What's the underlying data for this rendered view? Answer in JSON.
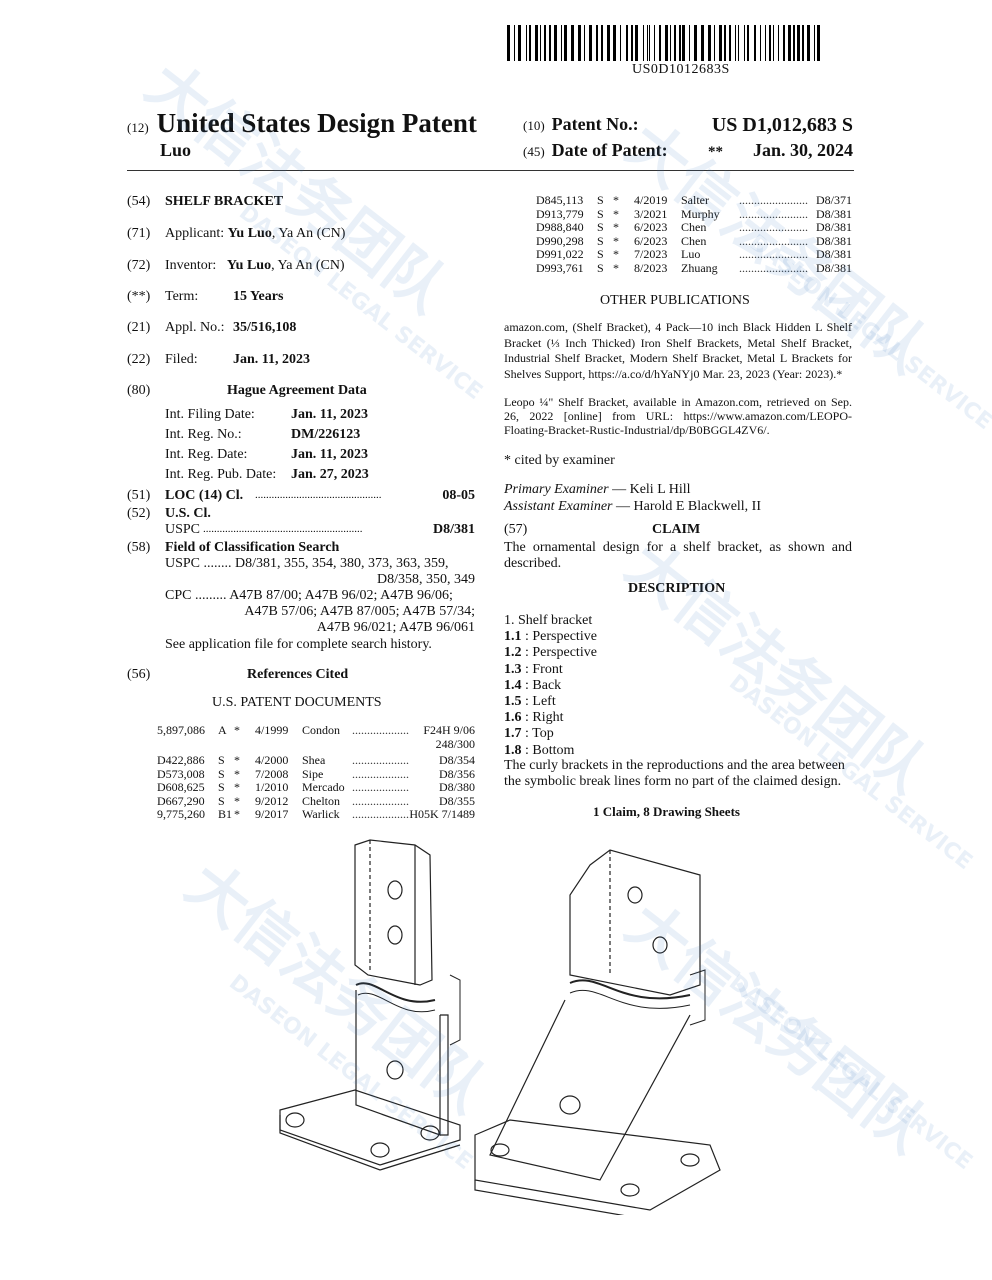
{
  "barcode_text": "US0D1012683S",
  "header": {
    "code12": "(12)",
    "title": "United States Design Patent",
    "inventor_surname": "Luo",
    "code10": "(10)",
    "patent_no_label": "Patent No.:",
    "patent_no": "US D1,012,683 S",
    "code45": "(45)",
    "date_label": "Date of Patent:",
    "date_stars": "**",
    "date": "Jan. 30, 2024"
  },
  "left": {
    "c54": "(54)",
    "title": "SHELF BRACKET",
    "c71": "(71)",
    "applicant_label": "Applicant:",
    "applicant_name": "Yu Luo",
    "applicant_loc": ", Ya An (CN)",
    "c72": "(72)",
    "inventor_label": "Inventor:",
    "inventor_name": "Yu Luo",
    "inventor_loc": ", Ya An (CN)",
    "cterm": "(**)",
    "term_label": "Term:",
    "term": "15 Years",
    "c21": "(21)",
    "appl_label": "Appl. No.:",
    "appl_no": "35/516,108",
    "c22": "(22)",
    "filed_label": "Filed:",
    "filed": "Jan. 11, 2023",
    "c80": "(80)",
    "hague_title": "Hague Agreement Data",
    "hague": [
      {
        "label": "Int. Filing Date:",
        "value": "Jan. 11, 2023"
      },
      {
        "label": "Int. Reg. No.:",
        "value": "DM/226123"
      },
      {
        "label": "Int. Reg. Date:",
        "value": "Jan. 11, 2023"
      },
      {
        "label": "Int. Reg. Pub. Date:",
        "value": "Jan. 27, 2023"
      }
    ],
    "c51": "(51)",
    "loc_label": "LOC (14) Cl.",
    "loc_dots": " ..............................................",
    "loc_value": "08-05",
    "c52": "(52)",
    "uscl_label": "U.S. Cl.",
    "uspc_label": "USPC",
    "uspc_dots": " ..........................................................",
    "uspc_value": "D8/381",
    "c58": "(58)",
    "field_title": "Field of Classification Search",
    "field_uspc_1": "USPC  ........ D8/381, 355, 354, 380, 373, 363, 359,",
    "field_uspc_2": "D8/358, 350, 349",
    "field_cpc_1": "CPC  ......... A47B 87/00; A47B 96/02; A47B 96/06;",
    "field_cpc_2": "A47B 57/06; A47B 87/005; A47B 57/34;",
    "field_cpc_3": "A47B 96/021; A47B 96/061",
    "field_note": "See application file for complete search history.",
    "c56": "(56)",
    "refs_title": "References Cited",
    "us_docs_title": "U.S. PATENT DOCUMENTS",
    "refs": [
      {
        "num": "5,897,086",
        "kind": "A",
        "star": "*",
        "date": "4/1999",
        "name": "Condon",
        "cls": "F24H 9/06",
        "cls2": "248/300"
      },
      {
        "num": "D422,886",
        "kind": "S",
        "star": "*",
        "date": "4/2000",
        "name": "Shea",
        "cls": "D8/354"
      },
      {
        "num": "D573,008",
        "kind": "S",
        "star": "*",
        "date": "7/2008",
        "name": "Sipe",
        "cls": "D8/356"
      },
      {
        "num": "D608,625",
        "kind": "S",
        "star": "*",
        "date": "1/2010",
        "name": "Mercado",
        "cls": "D8/380"
      },
      {
        "num": "D667,290",
        "kind": "S",
        "star": "*",
        "date": "9/2012",
        "name": "Chelton",
        "cls": "D8/355"
      },
      {
        "num": "9,775,260",
        "kind": "B1",
        "star": "*",
        "date": "9/2017",
        "name": "Warlick",
        "cls": "H05K 7/1489"
      }
    ]
  },
  "right": {
    "refs": [
      {
        "num": "D845,113",
        "kind": "S",
        "star": "*",
        "date": "4/2019",
        "name": "Salter",
        "cls": "D8/371"
      },
      {
        "num": "D913,779",
        "kind": "S",
        "star": "*",
        "date": "3/2021",
        "name": "Murphy",
        "cls": "D8/381"
      },
      {
        "num": "D988,840",
        "kind": "S",
        "star": "*",
        "date": "6/2023",
        "name": "Chen",
        "cls": "D8/381"
      },
      {
        "num": "D990,298",
        "kind": "S",
        "star": "*",
        "date": "6/2023",
        "name": "Chen",
        "cls": "D8/381"
      },
      {
        "num": "D991,022",
        "kind": "S",
        "star": "*",
        "date": "7/2023",
        "name": "Luo",
        "cls": "D8/381"
      },
      {
        "num": "D993,761",
        "kind": "S",
        "star": "*",
        "date": "8/2023",
        "name": "Zhuang",
        "cls": "D8/381"
      }
    ],
    "other_pubs_title": "OTHER PUBLICATIONS",
    "pub1": "amazon.com, (Shelf Bracket), 4 Pack—10 inch Black Hidden L Shelf Bracket (⅓ Inch Thicked) Iron Shelf Brackets, Metal Shelf Bracket, Industrial Shelf Bracket, Modern Shelf Bracket, Metal L Brackets for Shelves Support, https://a.co/d/hYaNYj0 Mar. 23, 2023 (Year: 2023).*",
    "pub2": "Leopo ¼\" Shelf Bracket, available in Amazon.com, retrieved on Sep. 26, 2022 [online] from URL: https://www.amazon.com/LEOPO-Floating-Bracket-Rustic-Industrial/dp/B0BGGL4ZV6/.",
    "cited_note": "* cited by examiner",
    "primary_label": "Primary Examiner",
    "primary_name": " — Keli L Hill",
    "assistant_label": "Assistant Examiner",
    "assistant_name": " — Harold E Blackwell, II",
    "c57": "(57)",
    "claim_title": "CLAIM",
    "claim_text": "The ornamental design for a shelf bracket, as shown and described.",
    "desc_title": "DESCRIPTION",
    "desc_items": [
      {
        "n": "1.",
        "t": " Shelf bracket"
      },
      {
        "n": "1.1",
        "t": " : Perspective"
      },
      {
        "n": "1.2",
        "t": " : Perspective"
      },
      {
        "n": "1.3",
        "t": " : Front"
      },
      {
        "n": "1.4",
        "t": " : Back"
      },
      {
        "n": "1.5",
        "t": " : Left"
      },
      {
        "n": "1.6",
        "t": " : Right"
      },
      {
        "n": "1.7",
        "t": " : Top"
      },
      {
        "n": "1.8",
        "t": " : Bottom"
      }
    ],
    "desc_note": "The curly brackets in the reproductions and the area between the symbolic break lines form no part of the claimed design.",
    "summary": "1 Claim, 8 Drawing Sheets"
  },
  "watermark": {
    "cn": "大信法务团队",
    "en": "DASEON LEGAL SERVICE"
  }
}
